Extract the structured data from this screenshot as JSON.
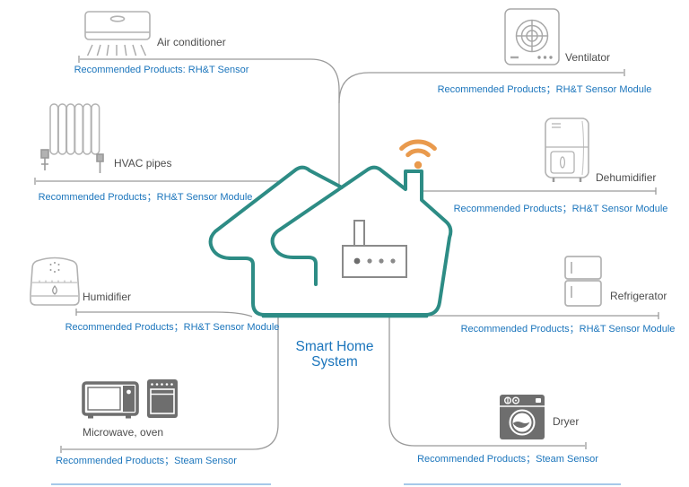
{
  "title": "Smart Home System",
  "colors": {
    "house_teal": "#2D8C85",
    "wifi_orange": "#E99A4D",
    "text_blue": "#1B75BC",
    "label_gray": "#4D4D4D",
    "connector_gray": "#9B9B9B",
    "appliance_outline_gray": "#B2B2B2",
    "appliance_dark": "#6E6E6E"
  },
  "devices": [
    {
      "id": "air-conditioner",
      "label": "Air conditioner",
      "recommendation": "Recommended Products: RH&T Sensor"
    },
    {
      "id": "ventilator",
      "label": "Ventilator",
      "recommendation": "Recommended Products；RH&T Sensor Module"
    },
    {
      "id": "hvac-pipes",
      "label": "HVAC pipes",
      "recommendation": "Recommended Products；RH&T Sensor Module"
    },
    {
      "id": "dehumidifier",
      "label": "Dehumidifier",
      "recommendation": "Recommended Products；RH&T Sensor Module"
    },
    {
      "id": "humidifier",
      "label": "Humidifier",
      "recommendation": "Recommended Products；RH&T Sensor Module"
    },
    {
      "id": "refrigerator",
      "label": "Refrigerator",
      "recommendation": "Recommended Products；RH&T Sensor Module"
    },
    {
      "id": "microwave-oven",
      "label": "Microwave, oven",
      "recommendation": "Recommended Products；Steam Sensor"
    },
    {
      "id": "dryer",
      "label": "Dryer",
      "recommendation": "Recommended Products；Steam Sensor"
    }
  ]
}
